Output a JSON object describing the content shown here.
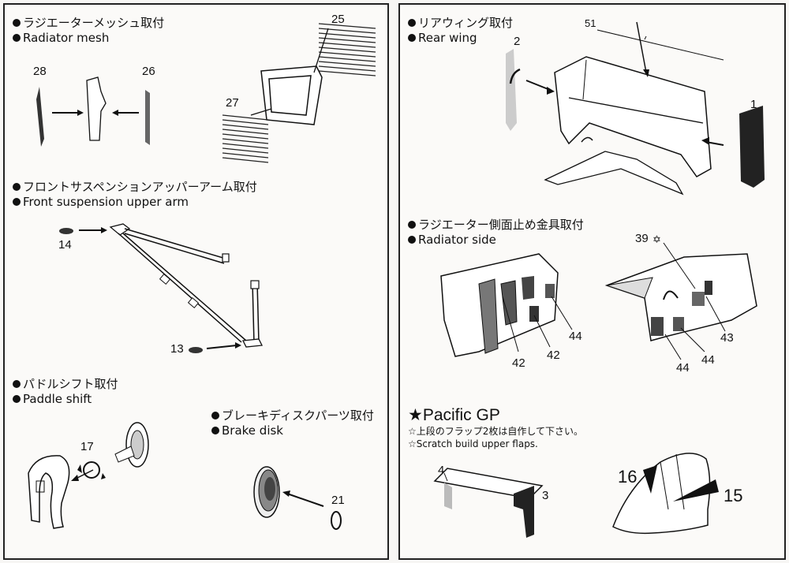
{
  "sections": {
    "radiator_mesh": {
      "title_jp": "ラジエーターメッシュ取付",
      "title_en": "Radiator mesh",
      "parts": [
        "28",
        "26",
        "25",
        "27"
      ]
    },
    "front_suspension": {
      "title_jp": "フロントサスペンションアッパーアーム取付",
      "title_en": "Front suspension upper arm",
      "parts": [
        "14",
        "13"
      ]
    },
    "paddle_shift": {
      "title_jp": "パドルシフト取付",
      "title_en": "Paddle shift",
      "parts": [
        "17"
      ]
    },
    "brake_disk": {
      "title_jp": "ブレーキディスクパーツ取付",
      "title_en": "Brake disk",
      "parts": [
        "21"
      ]
    },
    "rear_wing": {
      "title_jp": "リアウィング取付",
      "title_en": "Rear wing",
      "parts": [
        "51",
        "2",
        "1"
      ]
    },
    "radiator_side": {
      "title_jp": "ラジエーター側面止め金具取付",
      "title_en": "Radiator side",
      "parts": [
        "39",
        "42",
        "42",
        "44",
        "44",
        "44",
        "43"
      ]
    },
    "pacific_gp": {
      "title": "★Pacific GP",
      "note_jp": "☆上段のフラップ2枚は自作して下さい。",
      "note_en": "☆Scratch build upper flaps.",
      "parts": [
        "4",
        "3",
        "16",
        "15"
      ]
    }
  }
}
